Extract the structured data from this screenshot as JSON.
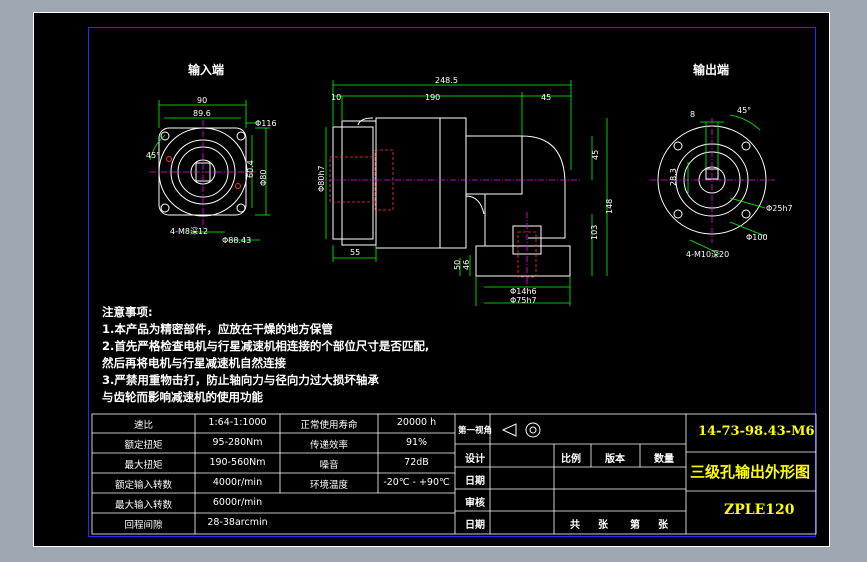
{
  "views": {
    "input_label": "输入端",
    "output_label": "输出端"
  },
  "dimensions": {
    "left": [
      "90",
      "89.6",
      "Φ116",
      "60.4",
      "Φ80",
      "Φ88.43",
      "45°",
      "4-M8深12"
    ],
    "center": [
      "248.5",
      "10",
      "190",
      "45",
      "Φ80h7",
      "55",
      "45",
      "148",
      "103",
      "46",
      "50",
      "Φ14h6",
      "Φ75h7"
    ],
    "right": [
      "45°",
      "8",
      "28.3",
      "Φ25h7",
      "Φ100",
      "4-M10深20"
    ]
  },
  "notes": {
    "title": "注意事项:",
    "lines": [
      "1.本产品为精密部件，应放在干燥的地方保管",
      "2.首先严格检查电机与行星减速机相连接的个部位尺寸是否匹配,",
      "然后再将电机与行星减速机自然连接",
      "3.严禁用重物击打，防止轴向力与径向力过大损坏轴承",
      "与齿轮而影响减速机的使用功能"
    ]
  },
  "spec_table": [
    {
      "label": "速比",
      "value": "1:64-1:1000",
      "label2": "正常使用寿命",
      "value2": "20000 h"
    },
    {
      "label": "额定扭矩",
      "value": "95-280Nm",
      "label2": "传递效率",
      "value2": "91%"
    },
    {
      "label": "最大扭矩",
      "value": "190-560Nm",
      "label2": "噪音",
      "value2": "72dB"
    },
    {
      "label": "额定输入转数",
      "value": "4000r/min",
      "label2": "环境温度",
      "value2": "-20℃ - +90℃"
    },
    {
      "label": "最大输入转数",
      "value": "6000r/min",
      "label2": "",
      "value2": ""
    },
    {
      "label": "回程间隙",
      "value": "28-38arcmin",
      "label2": "",
      "value2": ""
    }
  ],
  "title_block": {
    "projection": "第一视角",
    "rows": [
      "设计",
      "日期",
      "审核",
      "日期"
    ],
    "headers": [
      "比例",
      "版本",
      "数量"
    ],
    "sheet_text": [
      "共",
      "张",
      "第",
      "张"
    ],
    "drawing_number": "14-73-98.43-M6",
    "drawing_title": "三级孔输出外形图",
    "model": "ZPLE120"
  },
  "colors": {
    "background": "#9fa7b3",
    "sheet": "#000000",
    "frame": "#2a2aff",
    "body": "#ffffff",
    "dimension": "#00ff00",
    "hidden": "#ff3333",
    "center": "#ff00ff",
    "title_accent": "#ffff00"
  }
}
